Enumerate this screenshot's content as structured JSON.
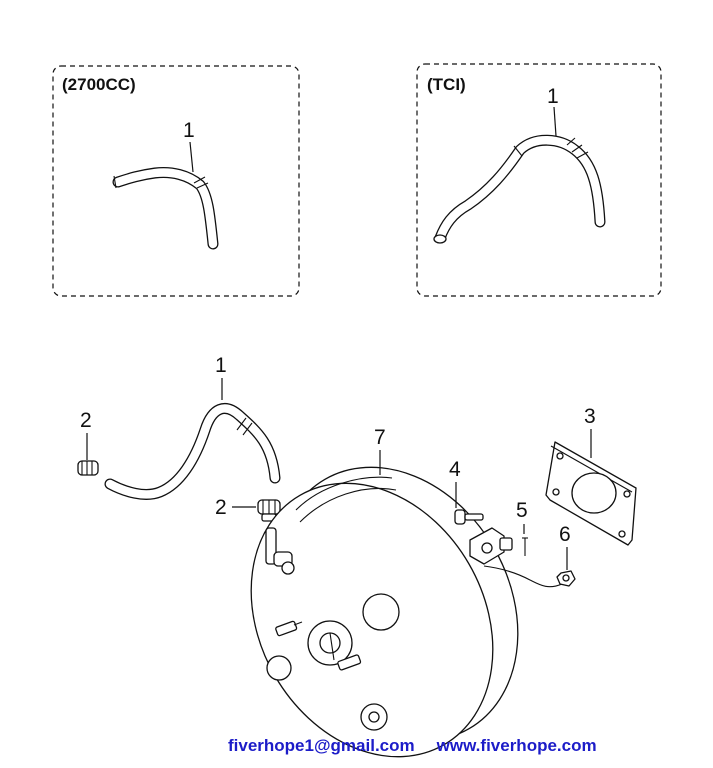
{
  "variants": [
    {
      "title": "(2700CC)",
      "callout": "1"
    },
    {
      "title": "(TCI)",
      "callout": "1"
    }
  ],
  "callouts": {
    "hose": "1",
    "clip_left": "2",
    "clip_center": "2",
    "gasket": "3",
    "bolt": "4",
    "pin": "5",
    "nut": "6",
    "booster": "7"
  },
  "footer": {
    "email": "fiverhope1@gmail.com",
    "website": "www.fiverhope.com"
  },
  "colors": {
    "line": "#111111",
    "footer_text": "#1c1cc8",
    "box_border": "#111111"
  }
}
